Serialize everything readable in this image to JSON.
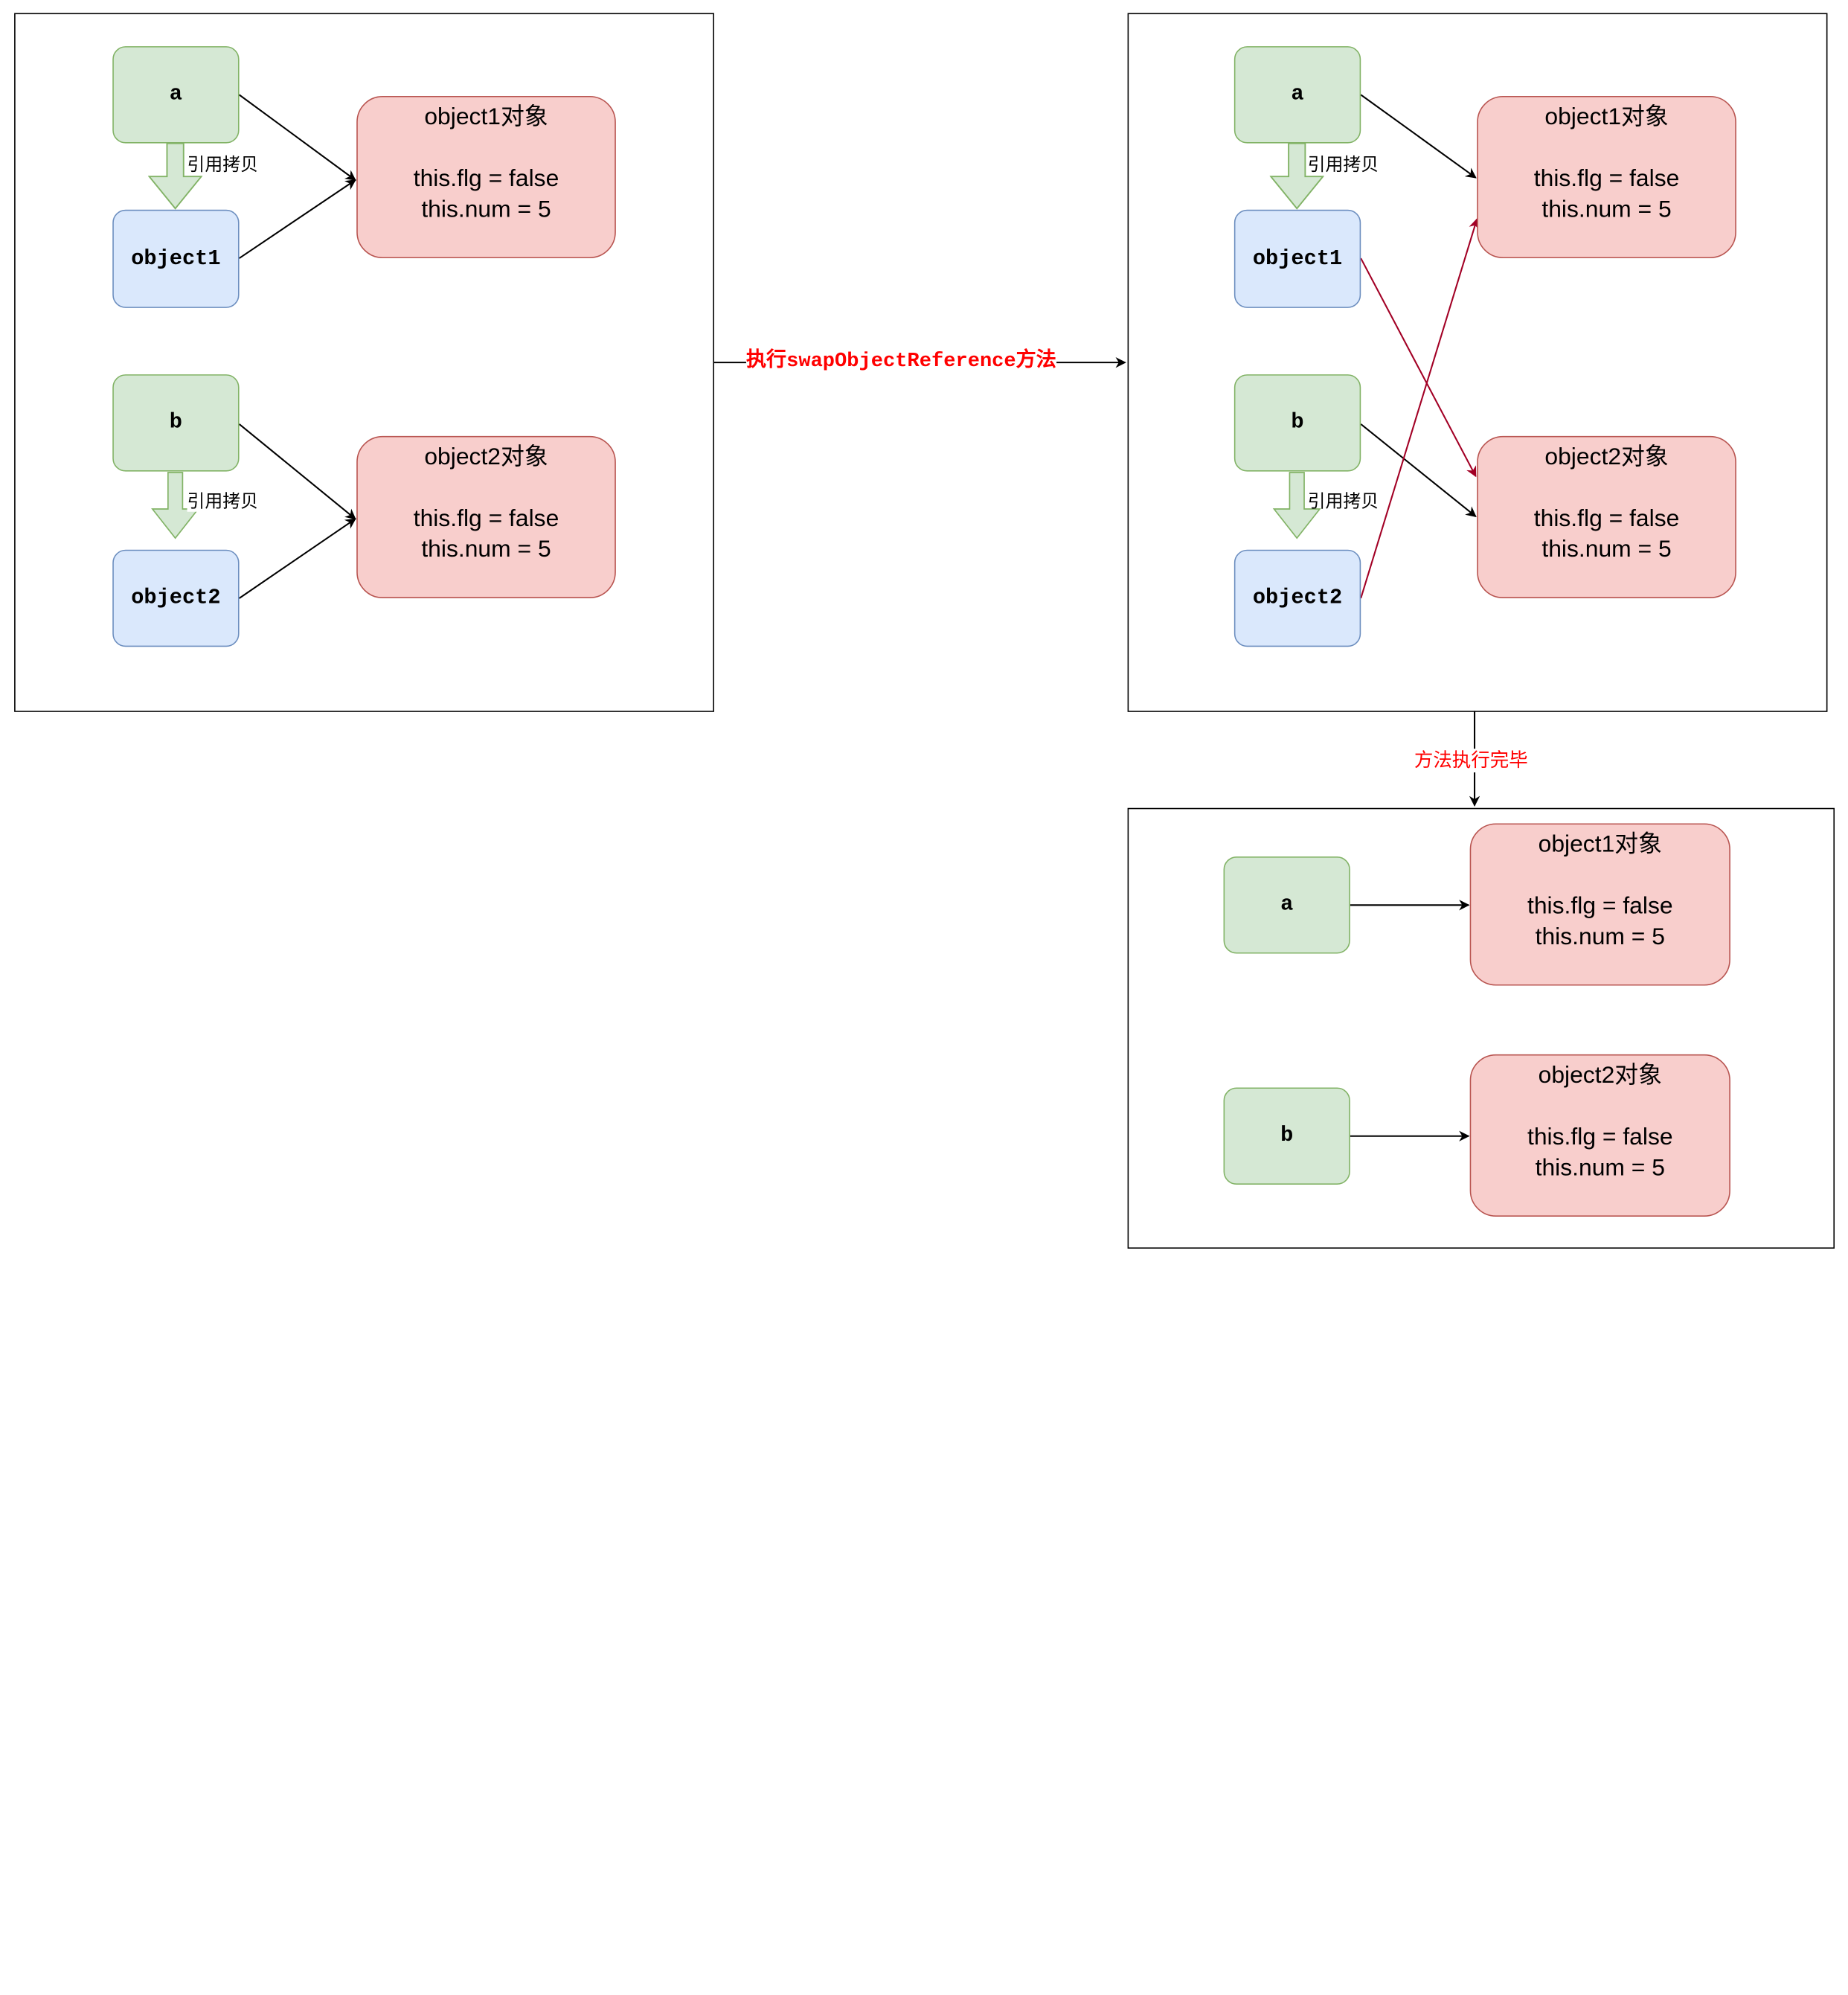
{
  "panels": {
    "before": {
      "var_a": "a",
      "var_b": "b",
      "ref1": "object1",
      "ref2": "object2",
      "copy_label_1": "引用拷贝",
      "copy_label_2": "引用拷贝",
      "obj1": {
        "title": "object1对象",
        "line1": "this.flg = false",
        "line2": "this.num = 5"
      },
      "obj2": {
        "title": "object2对象",
        "line1": "this.flg = false",
        "line2": "this.num = 5"
      }
    },
    "during": {
      "var_a": "a",
      "var_b": "b",
      "ref1": "object1",
      "ref2": "object2",
      "copy_label_1": "引用拷贝",
      "copy_label_2": "引用拷贝",
      "obj1": {
        "title": "object1对象",
        "line1": "this.flg = false",
        "line2": "this.num = 5"
      },
      "obj2": {
        "title": "object2对象",
        "line1": "this.flg = false",
        "line2": "this.num = 5"
      }
    },
    "after": {
      "var_a": "a",
      "var_b": "b",
      "obj1": {
        "title": "object1对象",
        "line1": "this.flg = false",
        "line2": "this.num = 5"
      },
      "obj2": {
        "title": "object2对象",
        "line1": "this.flg = false",
        "line2": "this.num = 5"
      }
    }
  },
  "transitions": {
    "execute_label": "执行swapObjectReference方法",
    "finished_label": "方法执行完毕"
  },
  "colors": {
    "variable_fill": "#d5e8d4",
    "variable_stroke": "#82b366",
    "reference_fill": "#dae8fc",
    "reference_stroke": "#6c8ebf",
    "object_fill": "#f8cecc",
    "object_stroke": "#b85450",
    "swapped_edge": "#a20025",
    "label_text": "#ff0000"
  }
}
